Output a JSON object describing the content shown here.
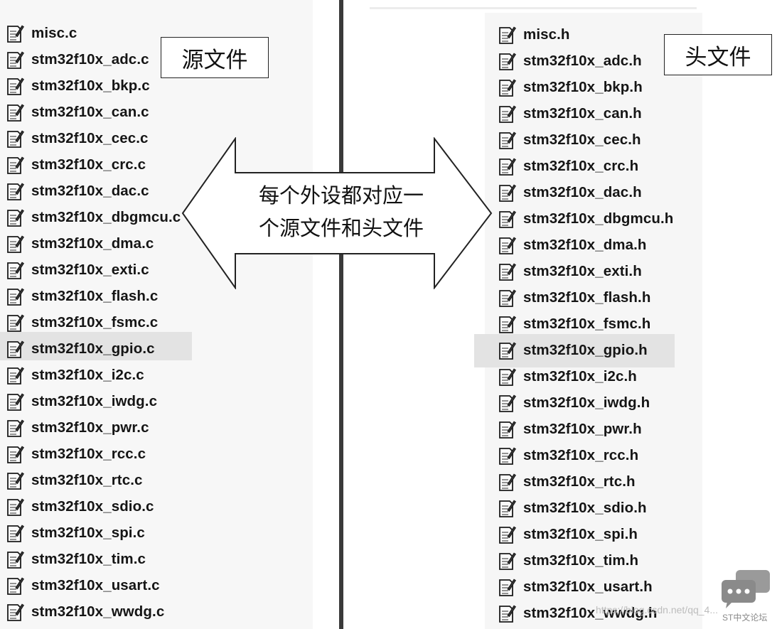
{
  "left_panel": {
    "label": "源文件",
    "files": [
      "misc.c",
      "stm32f10x_adc.c",
      "stm32f10x_bkp.c",
      "stm32f10x_can.c",
      "stm32f10x_cec.c",
      "stm32f10x_crc.c",
      "stm32f10x_dac.c",
      "stm32f10x_dbgmcu.c",
      "stm32f10x_dma.c",
      "stm32f10x_exti.c",
      "stm32f10x_flash.c",
      "stm32f10x_fsmc.c",
      "stm32f10x_gpio.c",
      "stm32f10x_i2c.c",
      "stm32f10x_iwdg.c",
      "stm32f10x_pwr.c",
      "stm32f10x_rcc.c",
      "stm32f10x_rtc.c",
      "stm32f10x_sdio.c",
      "stm32f10x_spi.c",
      "stm32f10x_tim.c",
      "stm32f10x_usart.c",
      "stm32f10x_wwdg.c"
    ],
    "selected": "stm32f10x_gpio.c"
  },
  "right_panel": {
    "label": "头文件",
    "files": [
      "misc.h",
      "stm32f10x_adc.h",
      "stm32f10x_bkp.h",
      "stm32f10x_can.h",
      "stm32f10x_cec.h",
      "stm32f10x_crc.h",
      "stm32f10x_dac.h",
      "stm32f10x_dbgmcu.h",
      "stm32f10x_dma.h",
      "stm32f10x_exti.h",
      "stm32f10x_flash.h",
      "stm32f10x_fsmc.h",
      "stm32f10x_gpio.h",
      "stm32f10x_i2c.h",
      "stm32f10x_iwdg.h",
      "stm32f10x_pwr.h",
      "stm32f10x_rcc.h",
      "stm32f10x_rtc.h",
      "stm32f10x_sdio.h",
      "stm32f10x_spi.h",
      "stm32f10x_tim.h",
      "stm32f10x_usart.h",
      "stm32f10x_wwdg.h"
    ],
    "selected": "stm32f10x_gpio.h"
  },
  "arrow": {
    "line1": "每个外设都对应一",
    "line2": "个源文件和头文件"
  },
  "watermark": {
    "url": "https://blog.csdn.net/qq_4...",
    "brand": "ST中文论坛"
  },
  "file_icon": "document-icon",
  "colors": {
    "divider": "#3a3a3a",
    "selection": "#e3e3e3",
    "panel_bg": "#f7f7f7"
  }
}
